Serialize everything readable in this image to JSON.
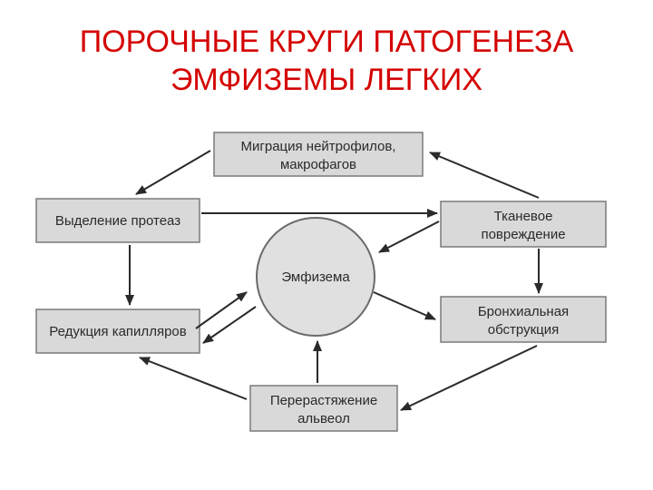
{
  "title": {
    "line1": "ПОРОЧНЫЕ КРУГИ ПАТОГЕНЕЗА",
    "line2": "ЭМФИЗЕМЫ ЛЕГКИХ"
  },
  "nodes": {
    "migration": {
      "line1": "Миграция нейтрофилов,",
      "line2": "макрофагов"
    },
    "protease": {
      "line1": "Выделение протеаз"
    },
    "tissue": {
      "line1": "Тканевое",
      "line2": "повреждение"
    },
    "emphysema": {
      "line1": "Эмфизема"
    },
    "capillaries": {
      "line1": "Редукция капилляров"
    },
    "obstruction": {
      "line1": "Бронхиальная",
      "line2": "обструкция"
    },
    "alveoli": {
      "line1": "Перерастяжение",
      "line2": "альвеол"
    }
  }
}
